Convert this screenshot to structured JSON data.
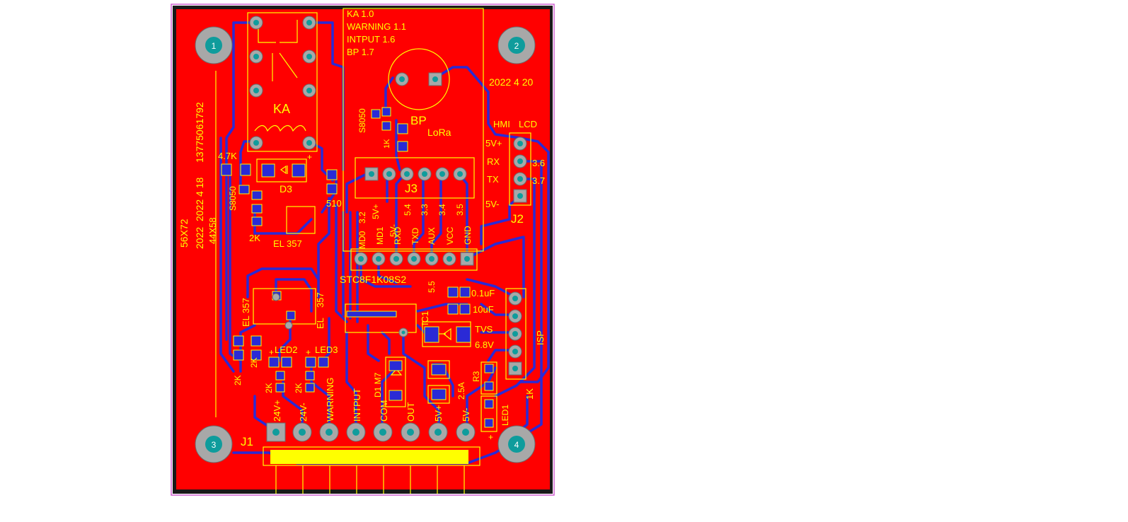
{
  "colors": {
    "copper": "#ff0000",
    "trace": "#2a2ad6",
    "silkscreen": "#ffff00",
    "outline": "#d060d0",
    "pad": "#a8a8a8",
    "drill": "#0f9c9c"
  },
  "mounting_holes": [
    "1",
    "2",
    "3",
    "4"
  ],
  "silk_text": {
    "ka_info": [
      "KA 1.0",
      "WARNING 1.1",
      "INTPUT 1.6",
      "BP 1.7"
    ],
    "date_right": "2022 4 20",
    "ka": "KA",
    "bp": "BP",
    "lora": "LoRa",
    "s8050_top": "S8050",
    "r_1k_top": "1K",
    "j3": "J3",
    "j3_top_pins": [
      "3.2",
      "5V+",
      "5V-",
      "5.4",
      "3.3",
      "3.4",
      "3.5"
    ],
    "j3_bottom_pins": [
      "MD0",
      "MD1",
      "RXD",
      "TXD",
      "AUX",
      "VCC",
      "GND"
    ],
    "hmi": "HMI",
    "lcd": "LCD",
    "j2_labels": [
      "5V+",
      "RX",
      "TX",
      "5V-"
    ],
    "j2_pins": [
      "3.6",
      "3.7"
    ],
    "j2": "J2",
    "r_4k7": "4.7K",
    "d3": "D3",
    "s8050_left": "S8050",
    "r_510": "510",
    "r_2k": "2K",
    "el357": "EL 357",
    "phone": "13775061792",
    "date_left": "2022 4 18",
    "size_outer": "56X72",
    "size_inner": "44X58",
    "year": "2022",
    "mcu": "STC8F1K08S2",
    "pin_55": "5.5",
    "c_01uf": "0.1uF",
    "c_10uf": "10uF",
    "ic1": "IC1",
    "tvs": "TVS",
    "tvs_v": "6.8V",
    "isp": "ISP",
    "el357_a": "EL 357",
    "el357_b": "357",
    "el_c": "EL",
    "led2": "LED2",
    "led3": "LED3",
    "plus": "+",
    "r_2k_a": "2K",
    "r_2k_b": "2K",
    "r_2k_c": "2K",
    "r_2k_d": "2K",
    "d1m7": "D1 M7",
    "fuse": "2.5A",
    "r3": "R3",
    "led1": "LED1",
    "r_1k_right": "1K",
    "j1": "J1",
    "j1_labels": [
      "24V+",
      "24V-",
      "WARNING",
      "INTPUT",
      "COM",
      "OUT",
      "5V+",
      "5V-"
    ]
  }
}
